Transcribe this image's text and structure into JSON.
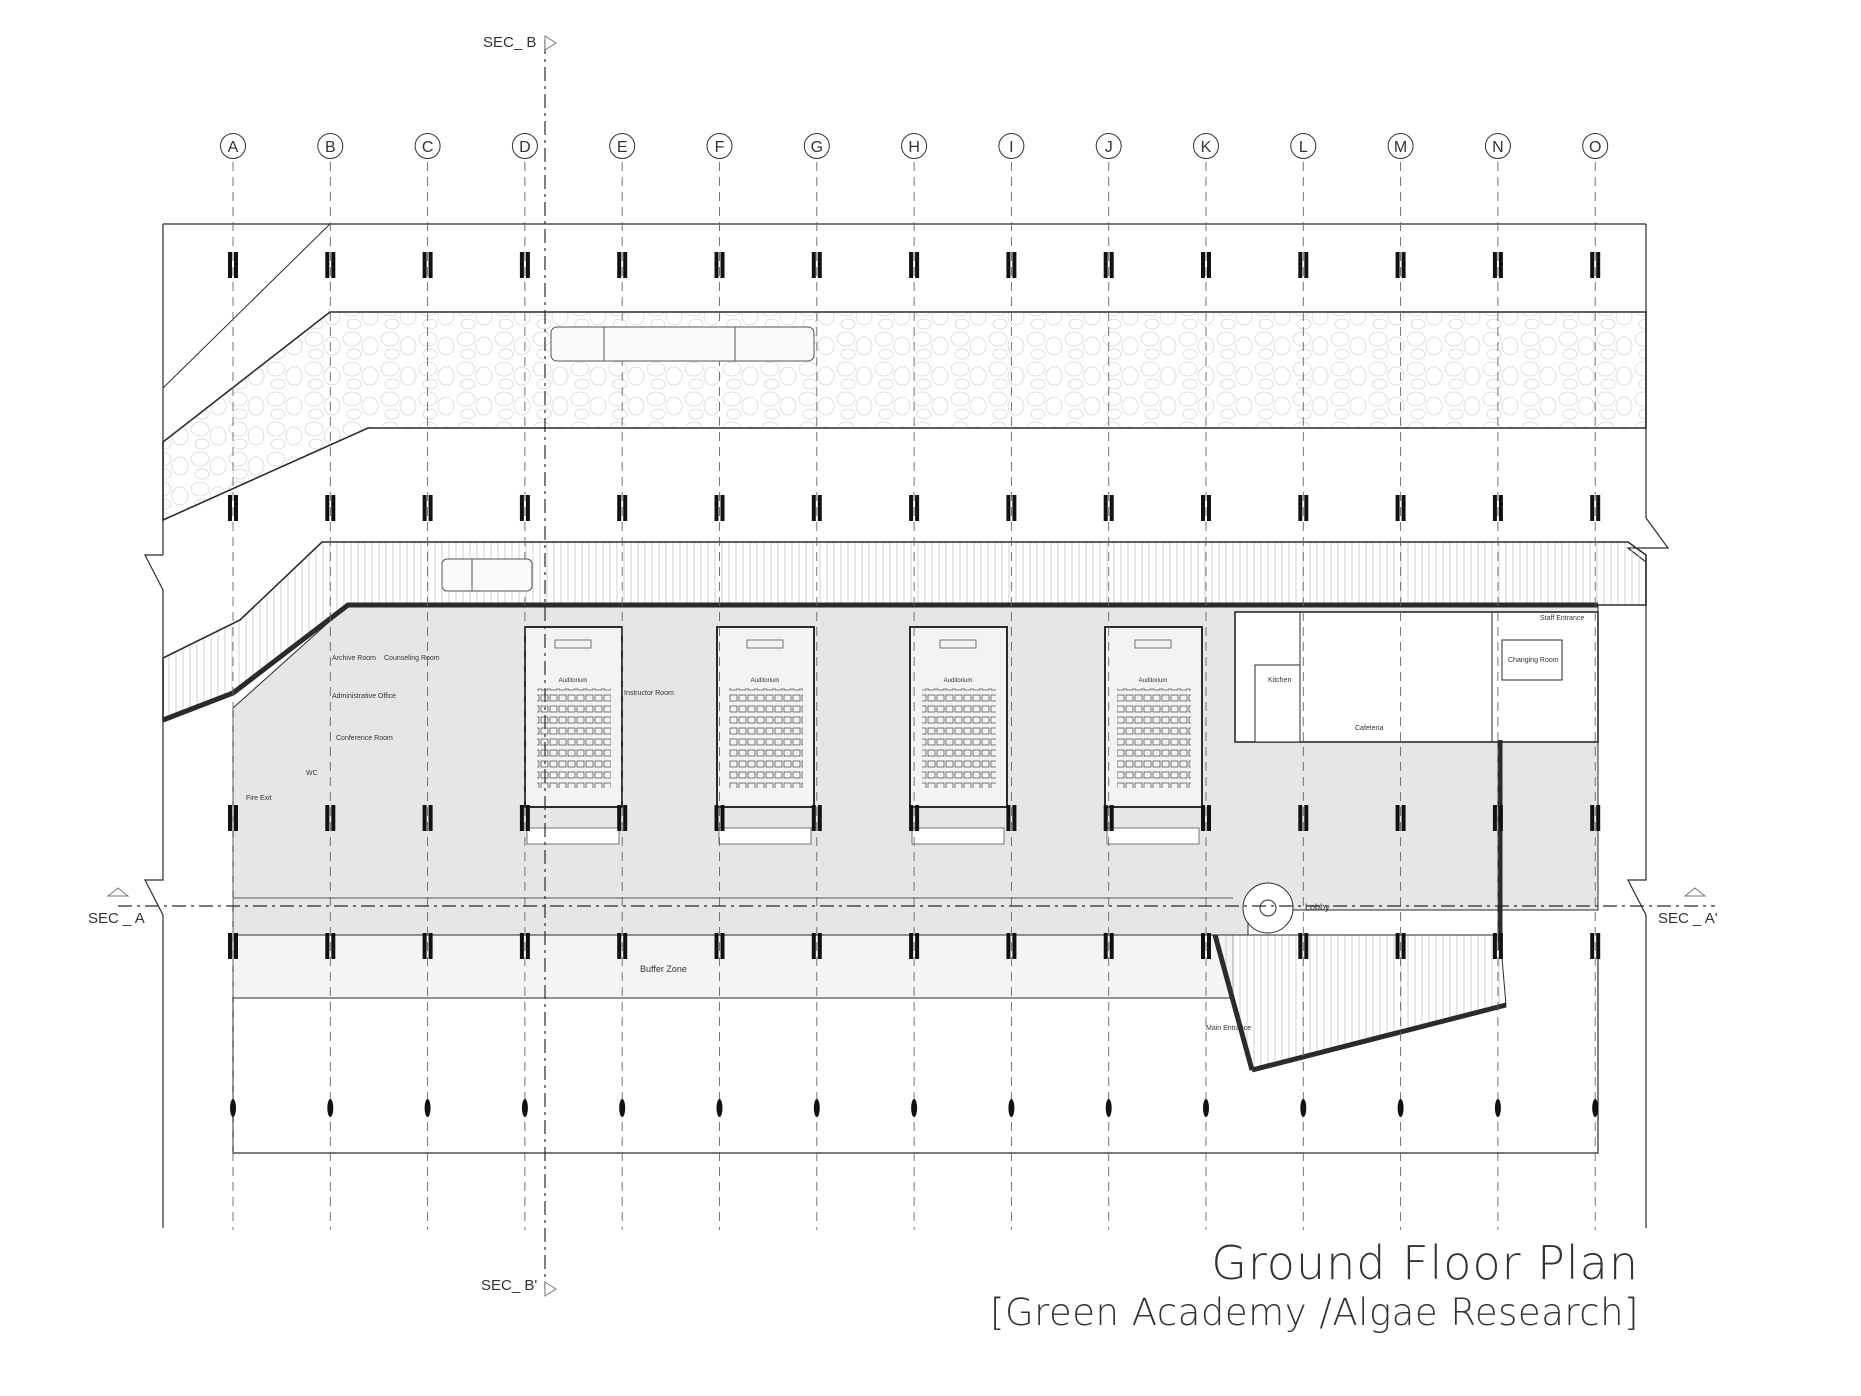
{
  "title": "Ground Floor Plan",
  "subtitle": "[Green Academy /Algae Research]",
  "grid_labels": [
    "A",
    "B",
    "C",
    "D",
    "E",
    "F",
    "G",
    "H",
    "I",
    "J",
    "K",
    "L",
    "M",
    "N",
    "O"
  ],
  "section_labels": {
    "sec_b_top": "SEC_ B",
    "sec_b_bottom": "SEC_ B'",
    "sec_a_left": "SEC _ A",
    "sec_a_right": "SEC _ A'"
  },
  "room_labels": {
    "buffer_zone": "Buffer Zone",
    "lobby": "Lobby",
    "auditorium": "Auditorium",
    "cafeteria": "Cafeteria",
    "kitchen": "Kitchen",
    "archive_room": "Archive Room",
    "counseling_room": "Counseling Room",
    "administrative_office": "Administrative Office",
    "conference_room": "Conference Room",
    "instructor_room": "Instructor Room",
    "fire_exit": "Fire Exit",
    "wc": "WC",
    "changing_room": "Changing Room",
    "staff_entrance": "Staff Entrance",
    "main_entrance": "Main Entrance"
  },
  "colors": {
    "line": "#2b2b2b",
    "grid": "#555555",
    "floor_fill": "#e6e6e6",
    "hatch": "#bdbdbd"
  }
}
